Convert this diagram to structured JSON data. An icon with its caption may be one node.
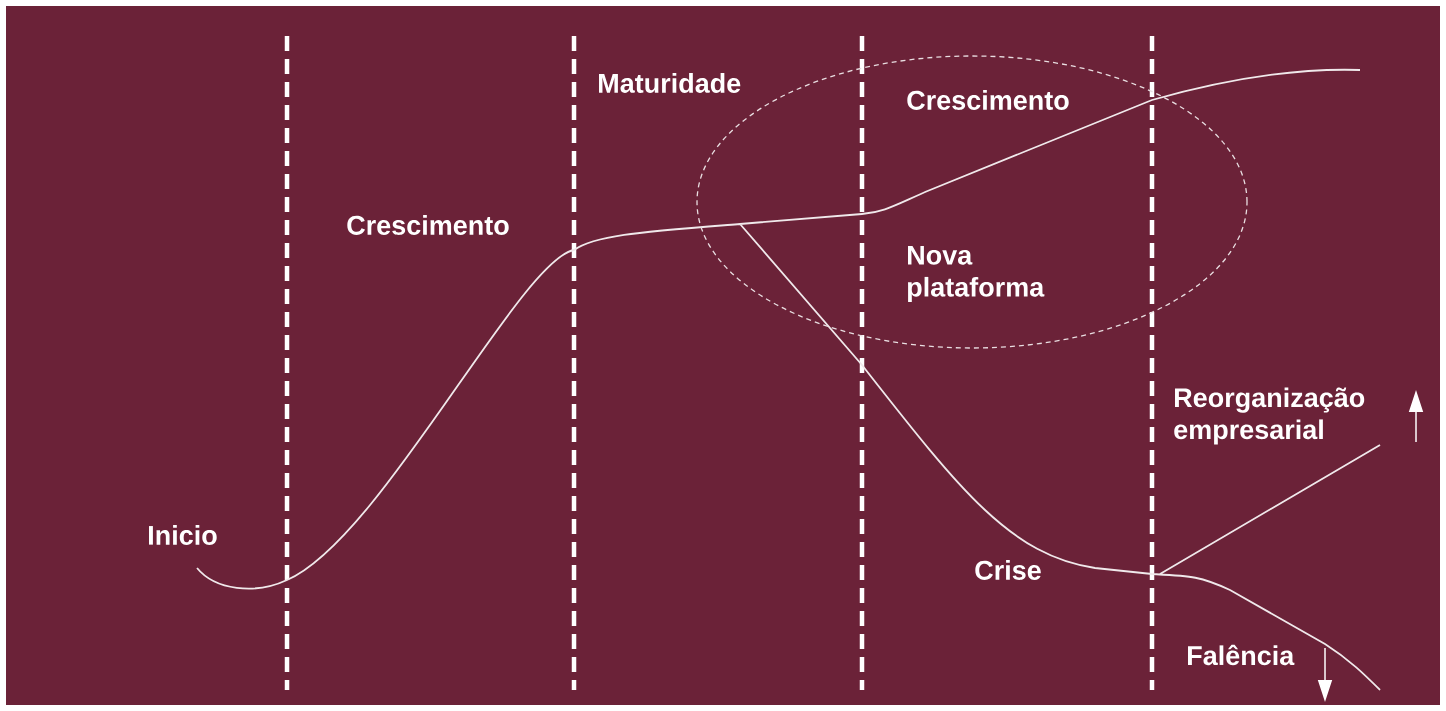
{
  "diagram": {
    "nodes": [
      {
        "text": [
          "Crescimento",
          "Nova plataforma"
        ]
      }
    ],
    "edges": [],
    "labels": [
      "Maturidade",
      "Crescimento",
      "Reorganização empresarial",
      "Inicio",
      "Crise",
      "Falência"
    ]
  }
}
